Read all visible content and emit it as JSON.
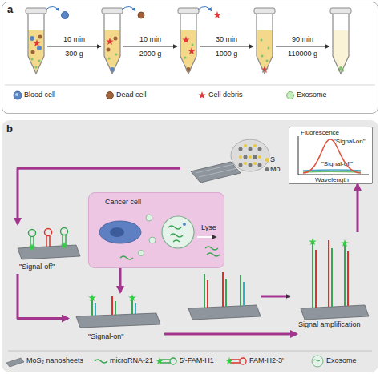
{
  "diagram": {
    "nodes": [
      {
        "text": [
          "a"
        ]
      },
      {
        "text": [
          "b"
        ]
      },
      {
        "text": [
          "S",
          "Mo"
        ],
        "in": 1
      },
      {
        "text": [
          "Fluorescence",
          "\"Signal-on\"",
          "\"Signal-off\"",
          "Wavelength"
        ],
        "in": 1
      },
      {
        "text": [
          "Cancer cell",
          "Lyse"
        ],
        "in": 1
      },
      {
        "text": [
          "\"Signal-off\""
        ],
        "in": 1
      },
      {
        "text": [
          "\"Signal-on\""
        ],
        "in": 1
      },
      {
        "text": [
          "Signal amplification"
        ],
        "in": 1
      }
    ],
    "edges": [
      {
        "from": 2,
        "to": 5,
        "arrow": "to"
      },
      {
        "from": 5,
        "to": 6,
        "arrow": "to"
      },
      {
        "from": 6,
        "to": 7,
        "arrow": "to"
      },
      {
        "from": 7,
        "to": 3,
        "arrow": "to"
      },
      {
        "from": 4,
        "to": 6,
        "arrow": "to"
      }
    ],
    "labels": [
      "10 min 300 g",
      "10 min 2000 g",
      "30 min 1000 g",
      "90 min 110000 g"
    ],
    "legend": [
      {
        "text": "Blood cell"
      },
      {
        "text": "Dead cell"
      },
      {
        "text": "Cell debris"
      },
      {
        "text": "Exosome"
      },
      {
        "text": "MoS₂ nanosheets"
      },
      {
        "text": "microRNA-21"
      },
      {
        "text": "5'-FAM-H1"
      },
      {
        "text": "FAM-H2-3'"
      },
      {
        "text": "Exosome"
      }
    ]
  }
}
